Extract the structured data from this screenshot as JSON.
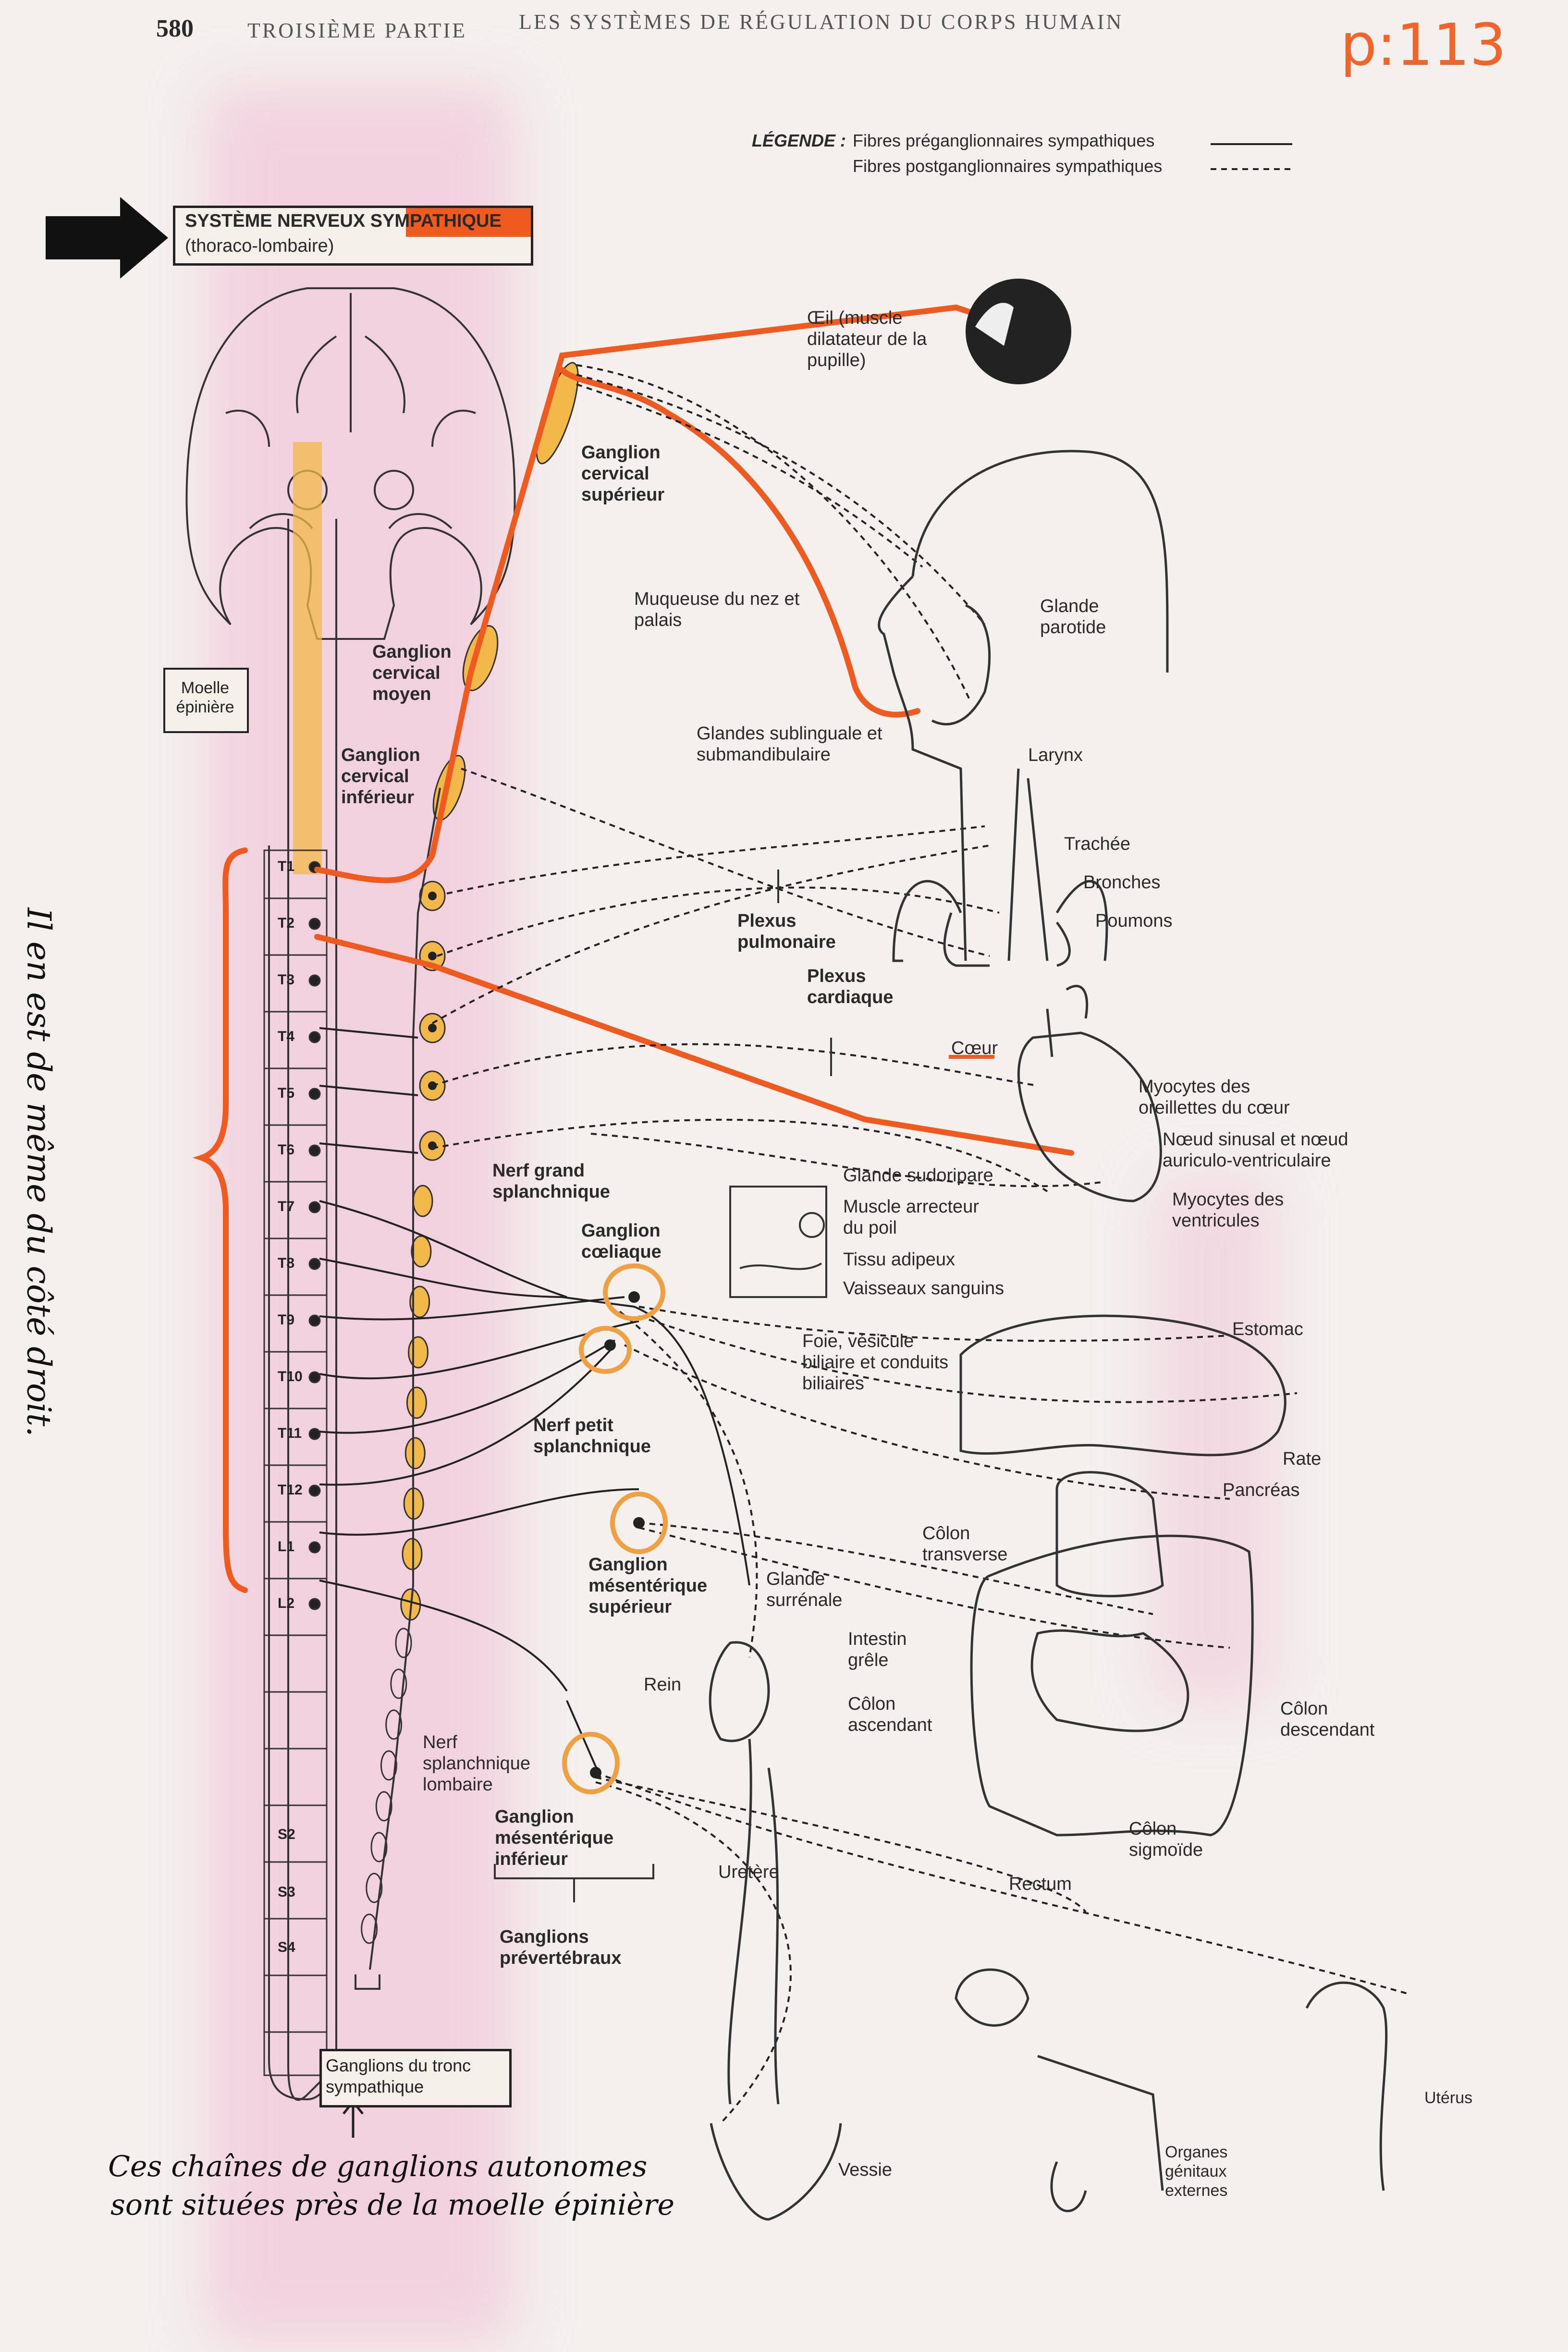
{
  "header": {
    "page_number": "580",
    "part": "TROISIÈME PARTIE",
    "chapter_title": "LES SYSTÈMES DE RÉGULATION DU CORPS HUMAIN",
    "handwritten_page_ref": "p:113"
  },
  "legend": {
    "title": "LÉGENDE :",
    "preganglionic": "Fibres préganglionnaires sympathiques",
    "postganglionic": "Fibres postganglionnaires sympathiques"
  },
  "title_box": {
    "title": "SYSTÈME NERVEUX SYMPATHIQUE",
    "subtitle": "(thoraco-lombaire)"
  },
  "spinal_cord_label": "Moelle épinière",
  "vertebrae": [
    "T1",
    "T2",
    "T3",
    "T4",
    "T5",
    "T6",
    "T7",
    "T8",
    "T9",
    "T10",
    "T11",
    "T12",
    "L1",
    "L2",
    "S2",
    "S3",
    "S4"
  ],
  "ganglia_labels": {
    "superior_cervical": "Ganglion cervical supérieur",
    "middle_cervical": "Ganglion cervical moyen",
    "inferior_cervical": "Ganglion cervical inférieur",
    "celiac": "Ganglion cœliaque",
    "superior_mesenteric": "Ganglion mésentérique supérieur",
    "inferior_mesenteric": "Ganglion mésentérique inférieur",
    "prevertebral": "Ganglions prévertébraux",
    "trunk": "Ganglions du tronc sympathique"
  },
  "nerve_labels": {
    "greater_splanchnic": "Nerf grand splanchnique",
    "lesser_splanchnic": "Nerf petit splanchnique",
    "lumbar_splanchnic": "Nerf splanchnique lombaire",
    "pulmonary_plexus": "Plexus pulmonaire",
    "cardiac_plexus": "Plexus cardiaque"
  },
  "organ_labels": {
    "eye": "Œil (muscle dilatateur de la pupille)",
    "nasal_mucosa": "Muqueuse du nez et palais",
    "parotid": "Glande parotide",
    "salivary": "Glandes sublinguale et submandibulaire",
    "larynx": "Larynx",
    "trachea": "Trachée",
    "bronchi": "Bronches",
    "lungs": "Poumons",
    "heart": "Cœur",
    "atrial_myocytes": "Myocytes des oreillettes du cœur",
    "nodes": "Nœud sinusal et nœud auriculo-ventriculaire",
    "ventricular_myocytes": "Myocytes des ventricules",
    "sweat_gland": "Glande sudoripare",
    "arrector": "Muscle arrecteur du poil",
    "adipose": "Tissu adipeux",
    "vessels": "Vaisseaux sanguins",
    "liver": "Foie, vésicule biliaire et conduits biliaires",
    "stomach": "Estomac",
    "spleen": "Rate",
    "pancreas": "Pancréas",
    "transverse_colon": "Côlon transverse",
    "adrenal": "Glande surrénale",
    "small_intestine": "Intestin grêle",
    "ascending_colon": "Côlon ascendant",
    "descending_colon": "Côlon descendant",
    "kidney": "Rein",
    "sigmoid": "Côlon sigmoïde",
    "rectum": "Rectum",
    "ureter": "Uretère",
    "bladder": "Vessie",
    "genitals": "Organes génitaux externes",
    "uterus": "Utérus"
  },
  "handwritten_notes": {
    "side_note": "Il en est de même du côté droit.",
    "bottom_line1": "Ces chaînes de ganglions autonomes",
    "bottom_line2": "sont situées près de la moelle épinière"
  },
  "colors": {
    "highlight_orange": "#f05a1e",
    "highlight_yellow": "#f2b84a",
    "ink": "#222222",
    "paper": "#f3f0ee",
    "pink_wash": "#f3c6d8"
  }
}
